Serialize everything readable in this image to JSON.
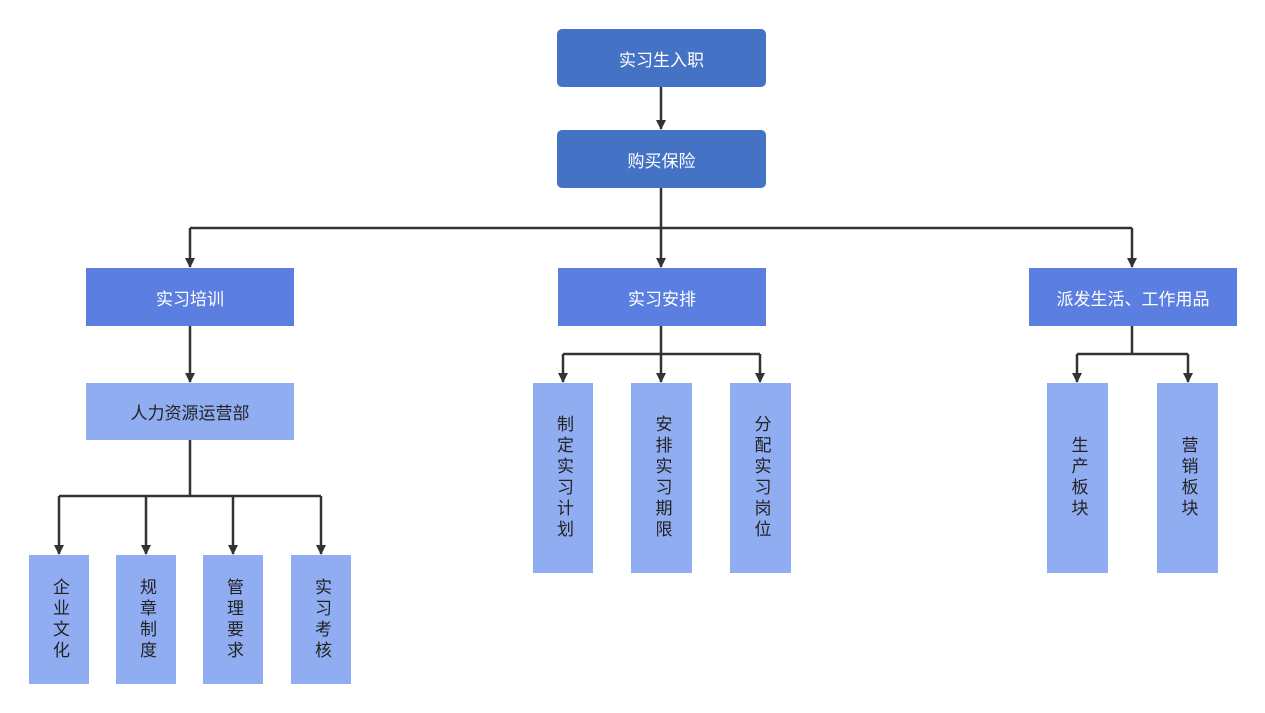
{
  "root": {
    "label": "实习生入职"
  },
  "step2": {
    "label": "购买保险"
  },
  "branches": {
    "training": {
      "label": "实习培训",
      "dept": "人力资源运营部",
      "items": [
        "企业文化",
        "规章制度",
        "管理要求",
        "实习考核"
      ]
    },
    "arrangement": {
      "label": "实习安排",
      "items": [
        "制定实习计划",
        "安排实习期限",
        "分配实习岗位"
      ]
    },
    "supplies": {
      "label": "派发生活、工作用品",
      "items": [
        "生产板块",
        "营销板块"
      ]
    }
  },
  "colors": {
    "level1": "#4472C4",
    "level2": "#5B7FE0",
    "level3": "#91ADF2",
    "connector": "#333333"
  }
}
